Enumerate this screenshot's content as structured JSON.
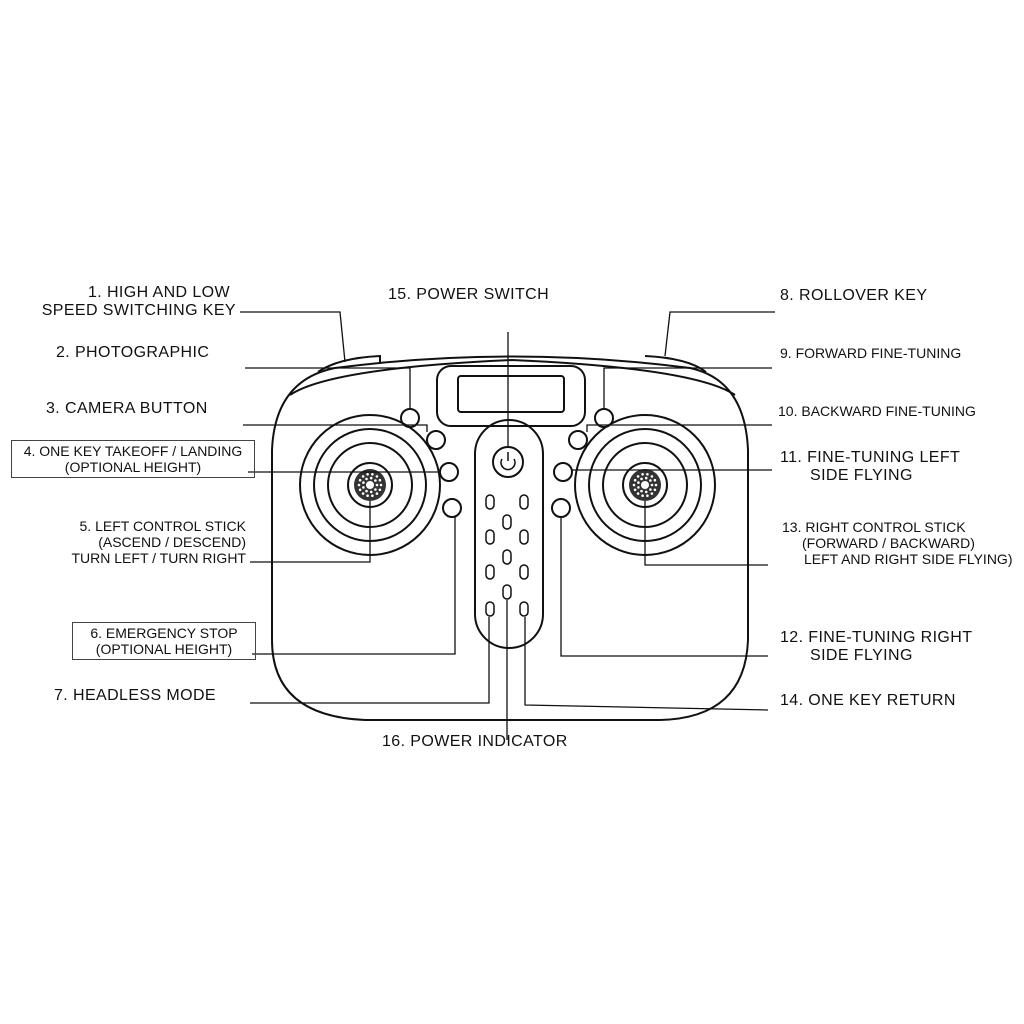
{
  "labels": {
    "l1a": "1. HIGH AND LOW",
    "l1b": "SPEED SWITCHING KEY",
    "l2": "2. PHOTOGRAPHIC",
    "l3": "3. CAMERA BUTTON",
    "l4a": "4. ONE KEY TAKEOFF / LANDING",
    "l4b": "(OPTIONAL HEIGHT)",
    "l5a": "5. LEFT CONTROL STICK",
    "l5b": "(ASCEND / DESCEND)",
    "l5c": "TURN LEFT / TURN  RIGHT",
    "l6a": "6. EMERGENCY STOP",
    "l6b": "(OPTIONAL HEIGHT)",
    "l7": "7. HEADLESS MODE",
    "l8": "8. ROLLOVER KEY",
    "l9": "9. FORWARD FINE-TUNING",
    "l10": "10. BACKWARD FINE-TUNING",
    "l11a": "11. FINE-TUNING LEFT",
    "l11b": "SIDE FLYING",
    "l12a": "12. FINE-TUNING RIGHT",
    "l12b": "SIDE FLYING",
    "l13a": "13. RIGHT CONTROL STICK",
    "l13b": "(FORWARD / BACKWARD)",
    "l13c": "LEFT AND RIGHT SIDE FLYING)",
    "l14": "14. ONE KEY RETURN",
    "l15": "15. POWER SWITCH",
    "l16": "16. POWER INDICATOR"
  }
}
